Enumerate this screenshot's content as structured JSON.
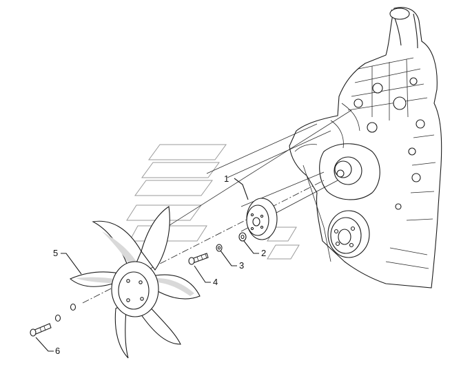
{
  "callouts": [
    {
      "id": "1",
      "label": "1"
    },
    {
      "id": "2",
      "label": "2"
    },
    {
      "id": "3",
      "label": "3"
    },
    {
      "id": "4",
      "label": "4"
    },
    {
      "id": "5",
      "label": "5"
    },
    {
      "id": "6",
      "label": "6"
    }
  ],
  "colors": {
    "line": "#1a1a1a",
    "ghost": "#9a9a9a",
    "background": "#ffffff"
  }
}
